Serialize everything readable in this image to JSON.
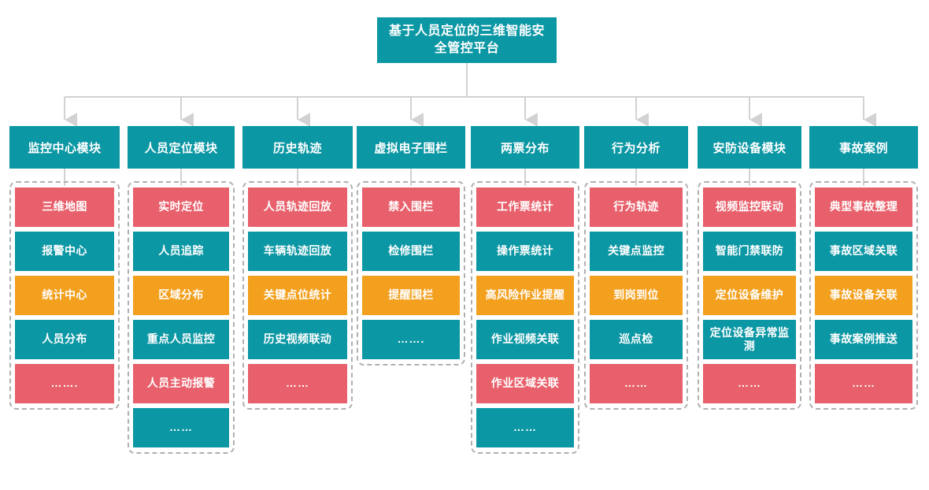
{
  "diagram": {
    "root": {
      "label": "基于人员定位的三维智能安全管控平台"
    },
    "colors": {
      "header_teal": "#0c97a4",
      "item_red": "#e8606b",
      "item_teal": "#0c97a4",
      "item_orange": "#f3a01e",
      "connector_line": "#d2d2d2",
      "group_border": "#b0b0b0",
      "text": "#ffffff",
      "background": "#ffffff"
    },
    "columns": [
      {
        "header": "监控中心模块",
        "items": [
          {
            "label": "三维地图",
            "color": "red"
          },
          {
            "label": "报警中心",
            "color": "teal"
          },
          {
            "label": "统计中心",
            "color": "orange"
          },
          {
            "label": "人员分布",
            "color": "teal"
          },
          {
            "label": "…….",
            "color": "red"
          }
        ]
      },
      {
        "header": "人员定位模块",
        "items": [
          {
            "label": "实时定位",
            "color": "red"
          },
          {
            "label": "人员追踪",
            "color": "teal"
          },
          {
            "label": "区域分布",
            "color": "orange"
          },
          {
            "label": "重点人员监控",
            "color": "teal"
          },
          {
            "label": "人员主动报警",
            "color": "red"
          },
          {
            "label": "……",
            "color": "teal"
          }
        ]
      },
      {
        "header": "历史轨迹",
        "items": [
          {
            "label": "人员轨迹回放",
            "color": "red"
          },
          {
            "label": "车辆轨迹回放",
            "color": "teal"
          },
          {
            "label": "关键点位统计",
            "color": "orange"
          },
          {
            "label": "历史视频联动",
            "color": "teal"
          },
          {
            "label": "……",
            "color": "red"
          }
        ]
      },
      {
        "header": "虚拟电子围栏",
        "items": [
          {
            "label": "禁入围栏",
            "color": "red"
          },
          {
            "label": "检修围栏",
            "color": "teal"
          },
          {
            "label": "提醒围栏",
            "color": "orange"
          },
          {
            "label": "…….",
            "color": "teal"
          }
        ]
      },
      {
        "header": "两票分布",
        "items": [
          {
            "label": "工作票统计",
            "color": "red"
          },
          {
            "label": "操作票统计",
            "color": "teal"
          },
          {
            "label": "高风险作业提醒",
            "color": "orange"
          },
          {
            "label": "作业视频关联",
            "color": "teal"
          },
          {
            "label": "作业区域关联",
            "color": "red"
          },
          {
            "label": "……",
            "color": "teal"
          }
        ]
      },
      {
        "header": "行为分析",
        "items": [
          {
            "label": "行为轨迹",
            "color": "red"
          },
          {
            "label": "关键点监控",
            "color": "teal"
          },
          {
            "label": "到岗到位",
            "color": "orange"
          },
          {
            "label": "巡点检",
            "color": "teal"
          },
          {
            "label": "……",
            "color": "red"
          }
        ]
      },
      {
        "header": "安防设备模块",
        "items": [
          {
            "label": "视频监控联动",
            "color": "red"
          },
          {
            "label": "智能门禁联防",
            "color": "teal"
          },
          {
            "label": "定位设备维护",
            "color": "orange"
          },
          {
            "label": "定位设备异常监测",
            "color": "teal"
          },
          {
            "label": "……",
            "color": "red"
          }
        ]
      },
      {
        "header": "事故案例",
        "items": [
          {
            "label": "典型事故整理",
            "color": "red"
          },
          {
            "label": "事故区域关联",
            "color": "teal"
          },
          {
            "label": "事故设备关联",
            "color": "orange"
          },
          {
            "label": "事故案例推送",
            "color": "teal"
          },
          {
            "label": "……",
            "color": "red"
          }
        ]
      }
    ]
  }
}
